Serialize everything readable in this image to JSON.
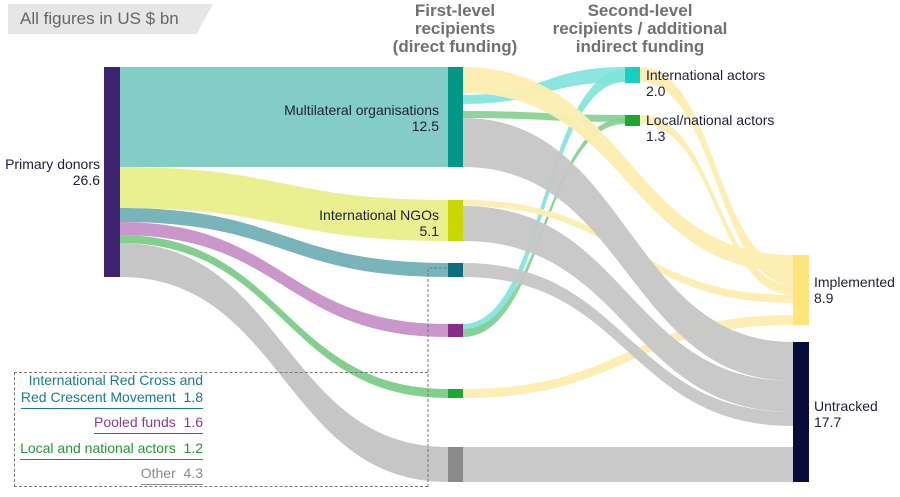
{
  "units_badge": "All figures in US $ bn",
  "headers": {
    "first_level_l1": "First-level",
    "first_level_l2": "recipients",
    "first_level_l3": "(direct funding)",
    "second_level_l1": "Second-level",
    "second_level_l2": "recipients / additional",
    "second_level_l3": "indirect funding"
  },
  "nodes": {
    "primary": {
      "name": "Primary donors",
      "value": "26.6"
    },
    "multilateral": {
      "name": "Multilateral organisations",
      "value": "12.5"
    },
    "ingos": {
      "name": "International NGOs",
      "value": "5.1"
    },
    "intl_actors": {
      "name": "International actors",
      "value": "2.0"
    },
    "local_actors": {
      "name": "Local/national actors",
      "value": "1.3"
    },
    "implemented": {
      "name": "Implemented",
      "value": "8.9"
    },
    "untracked": {
      "name": "Untracked",
      "value": "17.7"
    }
  },
  "legend": {
    "redcross_l1": "International Red Cross and",
    "redcross_l2": "Red Crescent Movement",
    "redcross_value": "1.8",
    "pooled": "Pooled funds",
    "pooled_value": "1.6",
    "local": "Local and national actors",
    "local_value": "1.2",
    "other": "Other",
    "other_value": "4.3"
  },
  "colors": {
    "donor": "#3d2470",
    "multilateral": "#009688",
    "multilateral_flow": "#83cdc6",
    "ingo": "#c9d600",
    "ingo_flow": "#eaef8f",
    "redcross": "#0d6e7e",
    "redcross_flow": "#79b4bb",
    "pooled": "#8a2a8d",
    "pooled_flow": "#c997c9",
    "local": "#1aa832",
    "local_flow": "#83d08e",
    "other": "#8a8a8a",
    "other_flow": "#c6c6c6",
    "intl_actor": "#14d1c4",
    "intl_flow": "#7de3dc",
    "implemented": "#ffe47a",
    "impl_flow": "#fdeeb0",
    "untracked": "#0b0b3b",
    "legend_redcross_text": "#1a7c8a",
    "legend_pooled_text": "#8e3a90",
    "legend_local_text": "#229933",
    "legend_other_text": "#8a8a8a"
  }
}
